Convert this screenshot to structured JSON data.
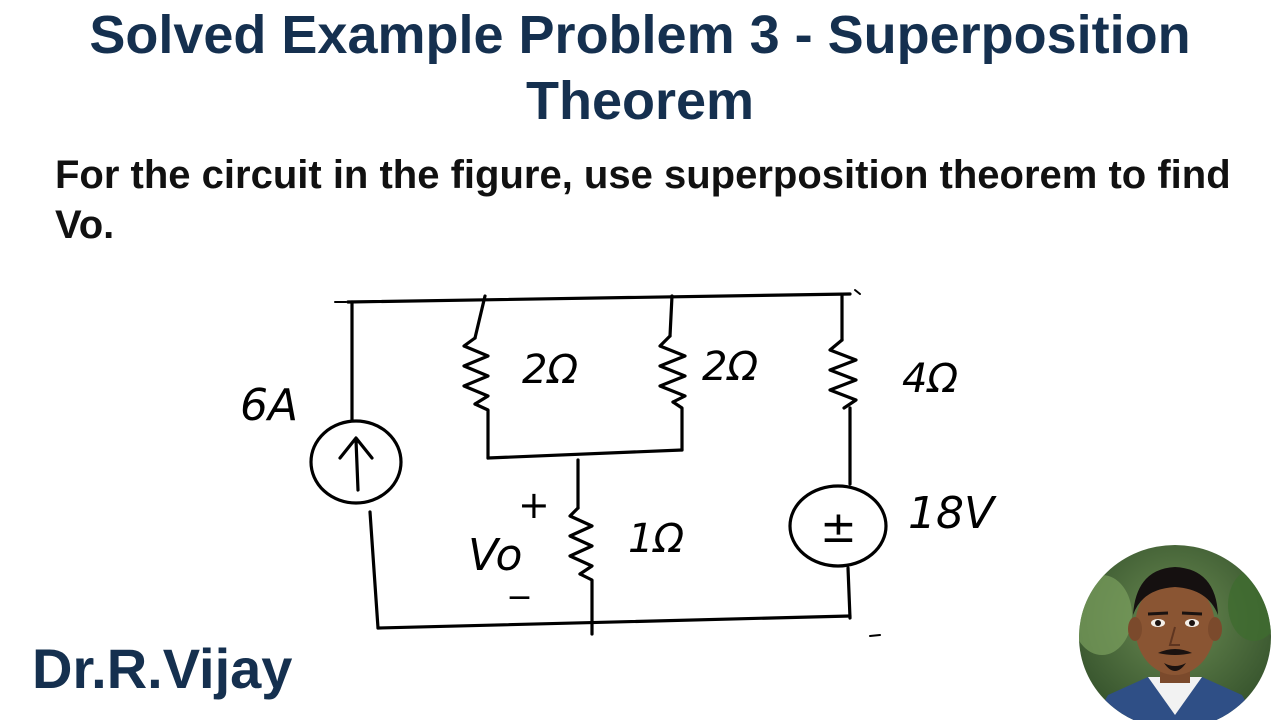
{
  "slide": {
    "title": "Solved Example Problem 3 - Superposition Theorem",
    "problem_text": "For the circuit in the figure, use superposition theorem to find Vo.",
    "author": "Dr.R.Vijay"
  },
  "circuit": {
    "source_current_label": "6A",
    "r1_label": "2Ω",
    "r2_label": "2Ω",
    "r3_label": "4Ω",
    "r4_label": "1Ω",
    "source_voltage_label": "18V",
    "vo_label": "Vo",
    "vo_plus": "+",
    "vo_minus": "_",
    "voltage_source_symbol": "±"
  },
  "colors": {
    "title": "#15304f",
    "text": "#111111",
    "ink": "#000000"
  },
  "icons": {
    "current_source": "up-arrow-in-circle",
    "voltage_source": "plus-minus-in-circle",
    "avatar": "presenter-photo"
  }
}
